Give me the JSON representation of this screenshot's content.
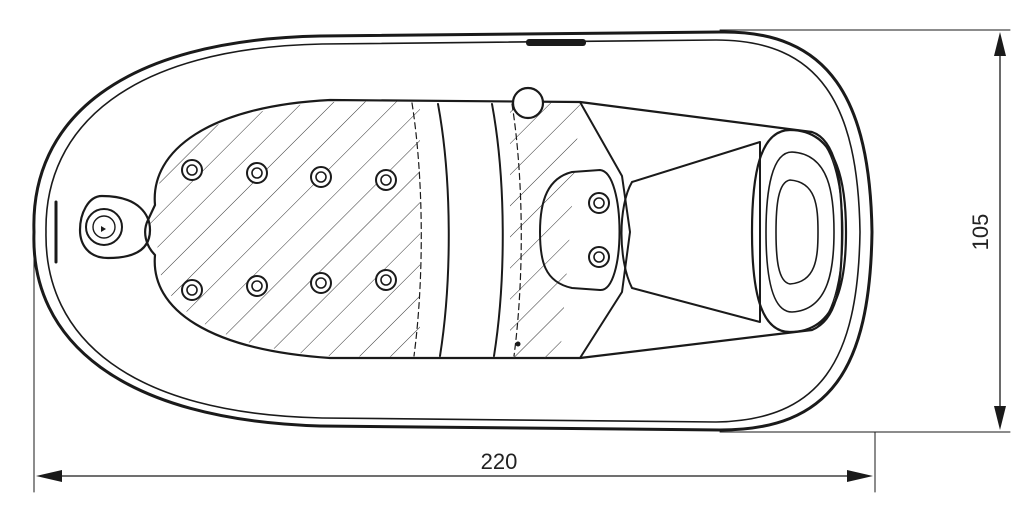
{
  "dimensions": {
    "length": "220",
    "width": "105"
  },
  "colors": {
    "line": "#1a1a1a",
    "background": "#ffffff"
  },
  "massage_jets": {
    "count": 10
  },
  "headrest_jets": {
    "count": 2
  }
}
